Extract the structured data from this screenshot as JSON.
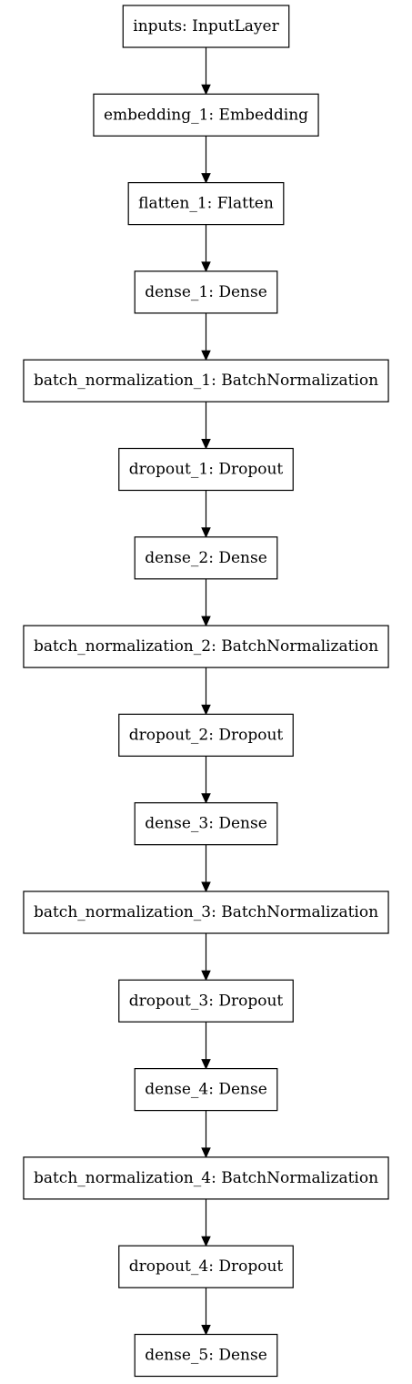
{
  "diagram": {
    "type": "model-graph",
    "nodes": [
      {
        "id": "inputs",
        "label": "inputs: InputLayer"
      },
      {
        "id": "embedding_1",
        "label": "embedding_1: Embedding"
      },
      {
        "id": "flatten_1",
        "label": "flatten_1: Flatten"
      },
      {
        "id": "dense_1",
        "label": "dense_1: Dense"
      },
      {
        "id": "batch_normalization_1",
        "label": "batch_normalization_1: BatchNormalization"
      },
      {
        "id": "dropout_1",
        "label": "dropout_1: Dropout"
      },
      {
        "id": "dense_2",
        "label": "dense_2: Dense"
      },
      {
        "id": "batch_normalization_2",
        "label": "batch_normalization_2: BatchNormalization"
      },
      {
        "id": "dropout_2",
        "label": "dropout_2: Dropout"
      },
      {
        "id": "dense_3",
        "label": "dense_3: Dense"
      },
      {
        "id": "batch_normalization_3",
        "label": "batch_normalization_3: BatchNormalization"
      },
      {
        "id": "dropout_3",
        "label": "dropout_3: Dropout"
      },
      {
        "id": "dense_4",
        "label": "dense_4: Dense"
      },
      {
        "id": "batch_normalization_4",
        "label": "batch_normalization_4: BatchNormalization"
      },
      {
        "id": "dropout_4",
        "label": "dropout_4: Dropout"
      },
      {
        "id": "dense_5",
        "label": "dense_5: Dense"
      }
    ],
    "edges": [
      {
        "from": "inputs",
        "to": "embedding_1"
      },
      {
        "from": "embedding_1",
        "to": "flatten_1"
      },
      {
        "from": "flatten_1",
        "to": "dense_1"
      },
      {
        "from": "dense_1",
        "to": "batch_normalization_1"
      },
      {
        "from": "batch_normalization_1",
        "to": "dropout_1"
      },
      {
        "from": "dropout_1",
        "to": "dense_2"
      },
      {
        "from": "dense_2",
        "to": "batch_normalization_2"
      },
      {
        "from": "batch_normalization_2",
        "to": "dropout_2"
      },
      {
        "from": "dropout_2",
        "to": "dense_3"
      },
      {
        "from": "dense_3",
        "to": "batch_normalization_3"
      },
      {
        "from": "batch_normalization_3",
        "to": "dropout_3"
      },
      {
        "from": "dropout_3",
        "to": "dense_4"
      },
      {
        "from": "dense_4",
        "to": "batch_normalization_4"
      },
      {
        "from": "batch_normalization_4",
        "to": "dropout_4"
      },
      {
        "from": "dropout_4",
        "to": "dense_5"
      }
    ],
    "colors": {
      "node_fill": "#ffffff",
      "stroke": "#000000",
      "text": "#000000"
    }
  }
}
